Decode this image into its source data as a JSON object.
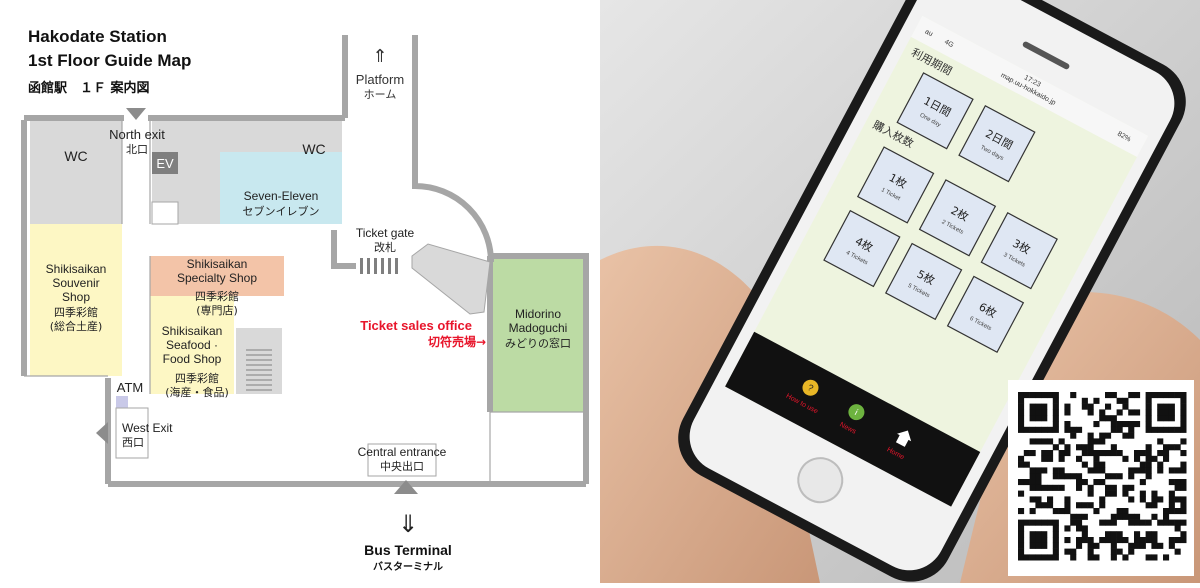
{
  "map": {
    "title_line1": "Hakodate Station",
    "title_line2": "1st Floor Guide Map",
    "title_ja": "函館駅　１Ｆ 案内図",
    "platform_arrow": "⇑",
    "platform_en": "Platform",
    "platform_ja": "ホーム",
    "north_exit_en": "North exit",
    "north_exit_ja": "北口",
    "wc_left": "WC",
    "wc_right": "WC",
    "ev": "EV",
    "seven_en": "Seven-Eleven",
    "seven_ja": "セブンイレブン",
    "ticket_gate_en": "Ticket gate",
    "ticket_gate_ja": "改札",
    "souvenir_l1": "Shikisaikan",
    "souvenir_l2": "Souvenir",
    "souvenir_l3": "Shop",
    "souvenir_ja1": "四季彩館",
    "souvenir_ja2": "(総合土産)",
    "specialty_l1": "Shikisaikan",
    "specialty_l2": "Specialty Shop",
    "specialty_ja1": "四季彩館",
    "specialty_ja2": "(専門店)",
    "seafood_l1": "Shikisaikan",
    "seafood_l2": "Seafood ·",
    "seafood_l3": "Food Shop",
    "seafood_ja1": "四季彩館",
    "seafood_ja2": "(海産・食品)",
    "ticket_office_en": "Ticket sales office",
    "ticket_office_ja": "切符売場→",
    "midori_l1": "Midorino",
    "midori_l2": "Madoguchi",
    "midori_ja": "みどりの窓口",
    "atm": "ATM",
    "west_exit_en": "West Exit",
    "west_exit_ja": "西口",
    "central_en": "Central entrance",
    "central_ja": "中央出口",
    "bus_arrow": "⇓",
    "bus_en": "Bus Terminal",
    "bus_ja": "バスターミナル",
    "colors": {
      "wall": "#a6a6a6",
      "wc": "#d9d9d9",
      "seven": "#c8e8ef",
      "souvenir": "#fdf7c4",
      "specialty": "#f3c4a8",
      "midori": "#bcdba4",
      "red_text": "#e8152b"
    }
  },
  "phone": {
    "status_carrier": "au",
    "status_network": "4G",
    "status_time": "17:23",
    "status_battery": "82%",
    "url": "map.uu-hokkaido.jp",
    "section_period": "利用期間",
    "one_day_ja": "1日間",
    "one_day_en": "One day",
    "two_days_ja": "2日間",
    "two_days_en": "Two days",
    "section_quantity": "購入枚数",
    "tickets": [
      {
        "ja": "1枚",
        "en": "1 Ticket"
      },
      {
        "ja": "2枚",
        "en": "2 Tickets"
      },
      {
        "ja": "3枚",
        "en": "3 Tickets"
      },
      {
        "ja": "4枚",
        "en": "4 Tickets"
      },
      {
        "ja": "5枚",
        "en": "5 Tickets"
      },
      {
        "ja": "6枚",
        "en": "6 Tickets"
      }
    ],
    "nav_how_to_use": "How to use",
    "nav_news": "News",
    "nav_home": "Home",
    "nav_icons": [
      "question-icon",
      "info-icon",
      "home-icon"
    ]
  },
  "qr": {
    "icon": "qr-code"
  }
}
